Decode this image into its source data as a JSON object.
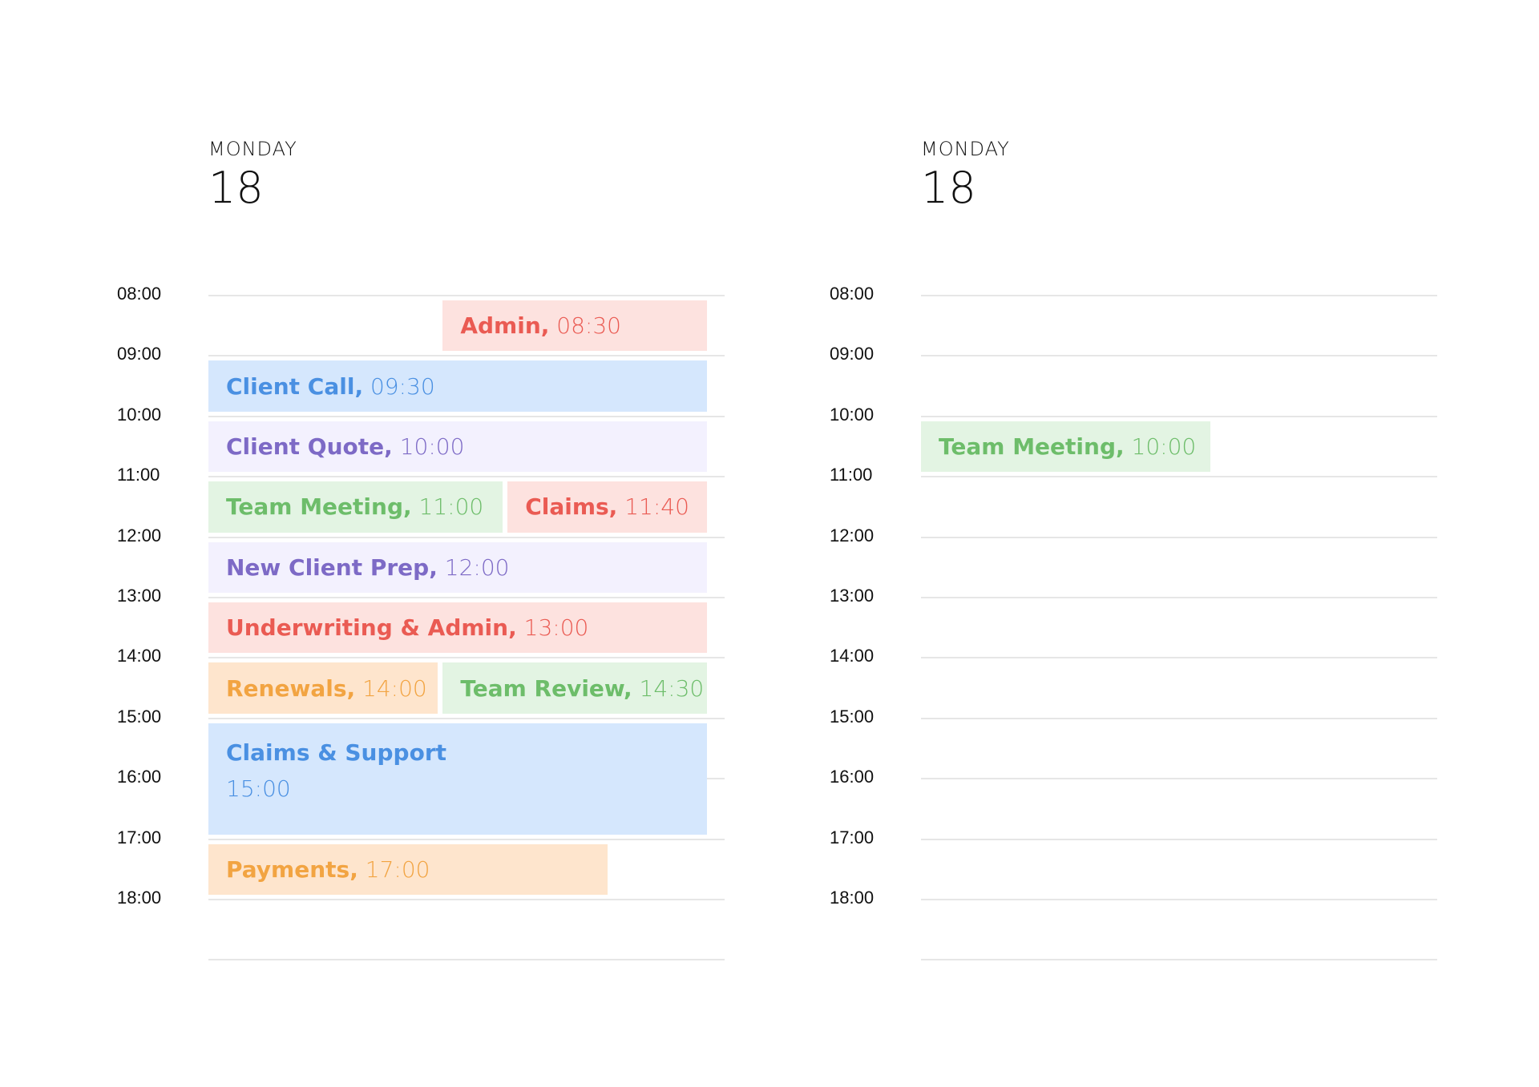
{
  "colors": {
    "red": {
      "bg": "#fde2df",
      "fg": "#ea5b53"
    },
    "blue": {
      "bg": "#d5e7fd",
      "fg": "#4a90e2"
    },
    "purple": {
      "bg": "#f3f1fe",
      "fg": "#7d6ac6"
    },
    "green": {
      "bg": "#e3f4e3",
      "fg": "#6dbd6a"
    },
    "orange": {
      "bg": "#fee5cd",
      "fg": "#f2a442"
    }
  },
  "hours": [
    "08:00",
    "09:00",
    "10:00",
    "11:00",
    "12:00",
    "13:00",
    "14:00",
    "15:00",
    "16:00",
    "17:00",
    "18:00"
  ],
  "panels": [
    {
      "day_name": "MONDAY",
      "day_number": "18",
      "events": [
        {
          "title": "Admin,",
          "time": "08:30",
          "color": "red",
          "start": "08:00",
          "end": "09:00",
          "lane": "right"
        },
        {
          "title": "Client Call,",
          "time": "09:30",
          "color": "blue",
          "start": "09:00",
          "end": "10:00",
          "lane": "full"
        },
        {
          "title": "Client Quote,",
          "time": "10:00",
          "color": "purple",
          "start": "10:00",
          "end": "11:00",
          "lane": "full"
        },
        {
          "title": "Team Meeting,",
          "time": "11:00",
          "color": "green",
          "start": "11:00",
          "end": "12:00",
          "lane": "left"
        },
        {
          "title": "Claims,",
          "time": "11:40",
          "color": "red",
          "start": "11:00",
          "end": "12:00",
          "lane": "right-narrow"
        },
        {
          "title": "New Client Prep,",
          "time": "12:00",
          "color": "purple",
          "start": "12:00",
          "end": "13:00",
          "lane": "full"
        },
        {
          "title": "Underwriting & Admin,",
          "time": "13:00",
          "color": "red",
          "start": "13:00",
          "end": "14:00",
          "lane": "full"
        },
        {
          "title": "Renewals,",
          "time": "14:00",
          "color": "orange",
          "start": "14:00",
          "end": "15:00",
          "lane": "left-narrow"
        },
        {
          "title": "Team Review,",
          "time": "14:30",
          "color": "green",
          "start": "14:00",
          "end": "15:00",
          "lane": "right"
        },
        {
          "title": "Claims & Support",
          "time": "15:00",
          "color": "blue",
          "start": "15:00",
          "end": "17:00",
          "lane": "full"
        },
        {
          "title": "Payments,",
          "time": "17:00",
          "color": "orange",
          "start": "17:00",
          "end": "18:00",
          "lane": "partial"
        }
      ]
    },
    {
      "day_name": "MONDAY",
      "day_number": "18",
      "events": [
        {
          "title": "Team Meeting,",
          "time": "10:00",
          "color": "green",
          "start": "10:00",
          "end": "11:00",
          "lane": "partial-small"
        }
      ]
    }
  ]
}
